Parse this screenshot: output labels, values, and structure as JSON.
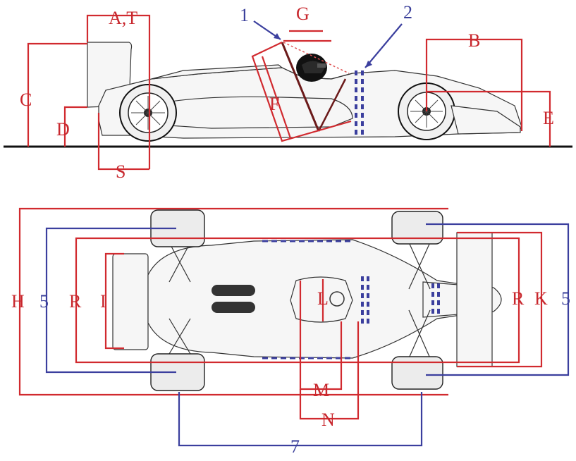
{
  "colors": {
    "red": "#c8282e",
    "blue": "#3a3f9a"
  },
  "side_view_labels": {
    "a_t": "A,T",
    "g": "G",
    "one": "1",
    "two": "2",
    "b": "B",
    "c": "C",
    "f": "F",
    "d": "D",
    "e": "E",
    "s": "S"
  },
  "top_view_labels": {
    "h": "H",
    "five_left": "5",
    "r_left": "R",
    "i": "I",
    "l": "L",
    "r_right": "R",
    "k": "K",
    "five_right": "5",
    "m": "M",
    "n": "N",
    "seven": "7"
  }
}
